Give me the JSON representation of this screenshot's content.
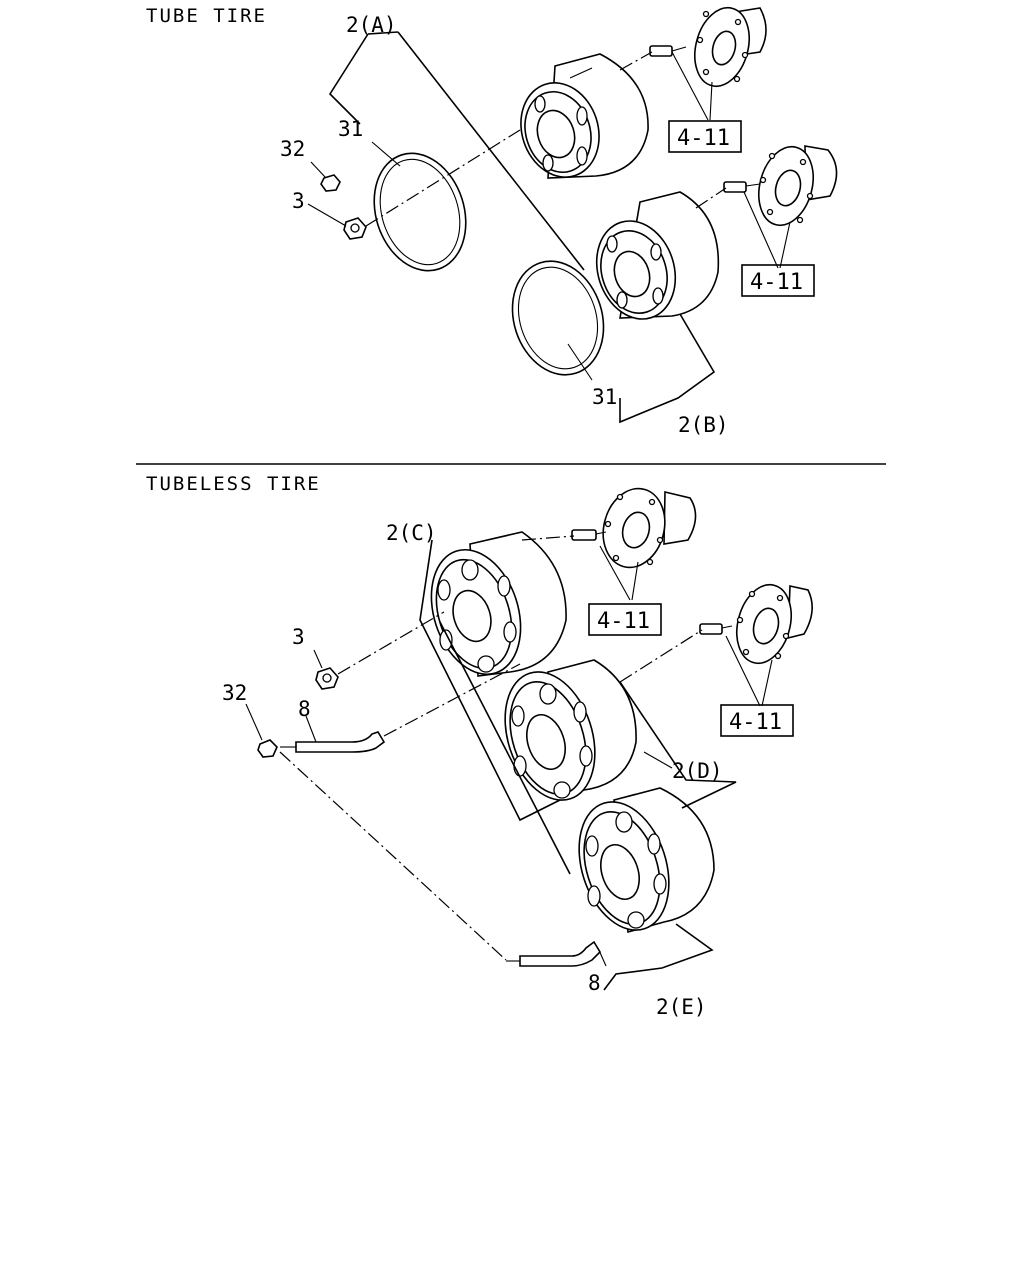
{
  "sections": {
    "tube": {
      "heading": "TUBE TIRE"
    },
    "tubeless": {
      "heading": "TUBELESS TIRE"
    }
  },
  "labels": {
    "tube_wheel_a": "2(A)",
    "tube_wheel_b": "2(B)",
    "tube_ring_top": "31",
    "tube_ring_bottom": "31",
    "tube_cap": "32",
    "tube_nut": "3",
    "tube_hub_ref_upper": "4-11",
    "tube_hub_ref_lower": "4-11",
    "tl_wheel_c": "2(C)",
    "tl_wheel_d": "2(D)",
    "tl_wheel_e": "2(E)",
    "tl_nut": "3",
    "tl_cap": "32",
    "tl_valve_upper": "8",
    "tl_valve_lower": "8",
    "tl_hub_ref_upper": "4-11",
    "tl_hub_ref_lower": "4-11"
  },
  "colors": {
    "ink": "#000000",
    "paper": "#ffffff"
  }
}
